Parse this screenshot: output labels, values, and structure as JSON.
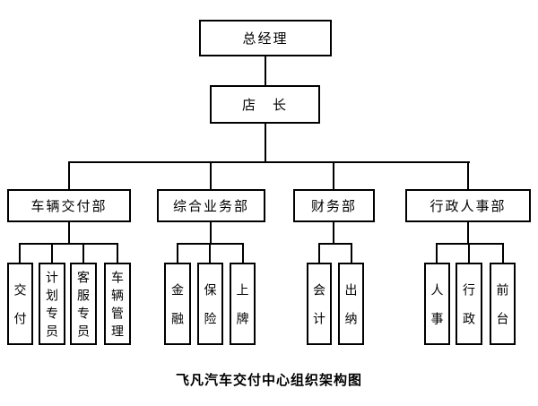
{
  "colors": {
    "line": "#000000",
    "background": "#ffffff",
    "text": "#000000"
  },
  "caption": "飞凡汽车交付中心组织架构图",
  "nodes": {
    "general_manager": "总经理",
    "store_manager": "店　长"
  },
  "departments": [
    {
      "label": "车辆交付部",
      "children": [
        "交付",
        "计划专员",
        "客服专员",
        "车辆管理"
      ]
    },
    {
      "label": "综合业务部",
      "children": [
        "金融",
        "保险",
        "上牌"
      ]
    },
    {
      "label": "财务部",
      "children": [
        "会计",
        "出纳"
      ]
    },
    {
      "label": "行政人事部",
      "children": [
        "人事",
        "行政",
        "前台"
      ]
    }
  ]
}
